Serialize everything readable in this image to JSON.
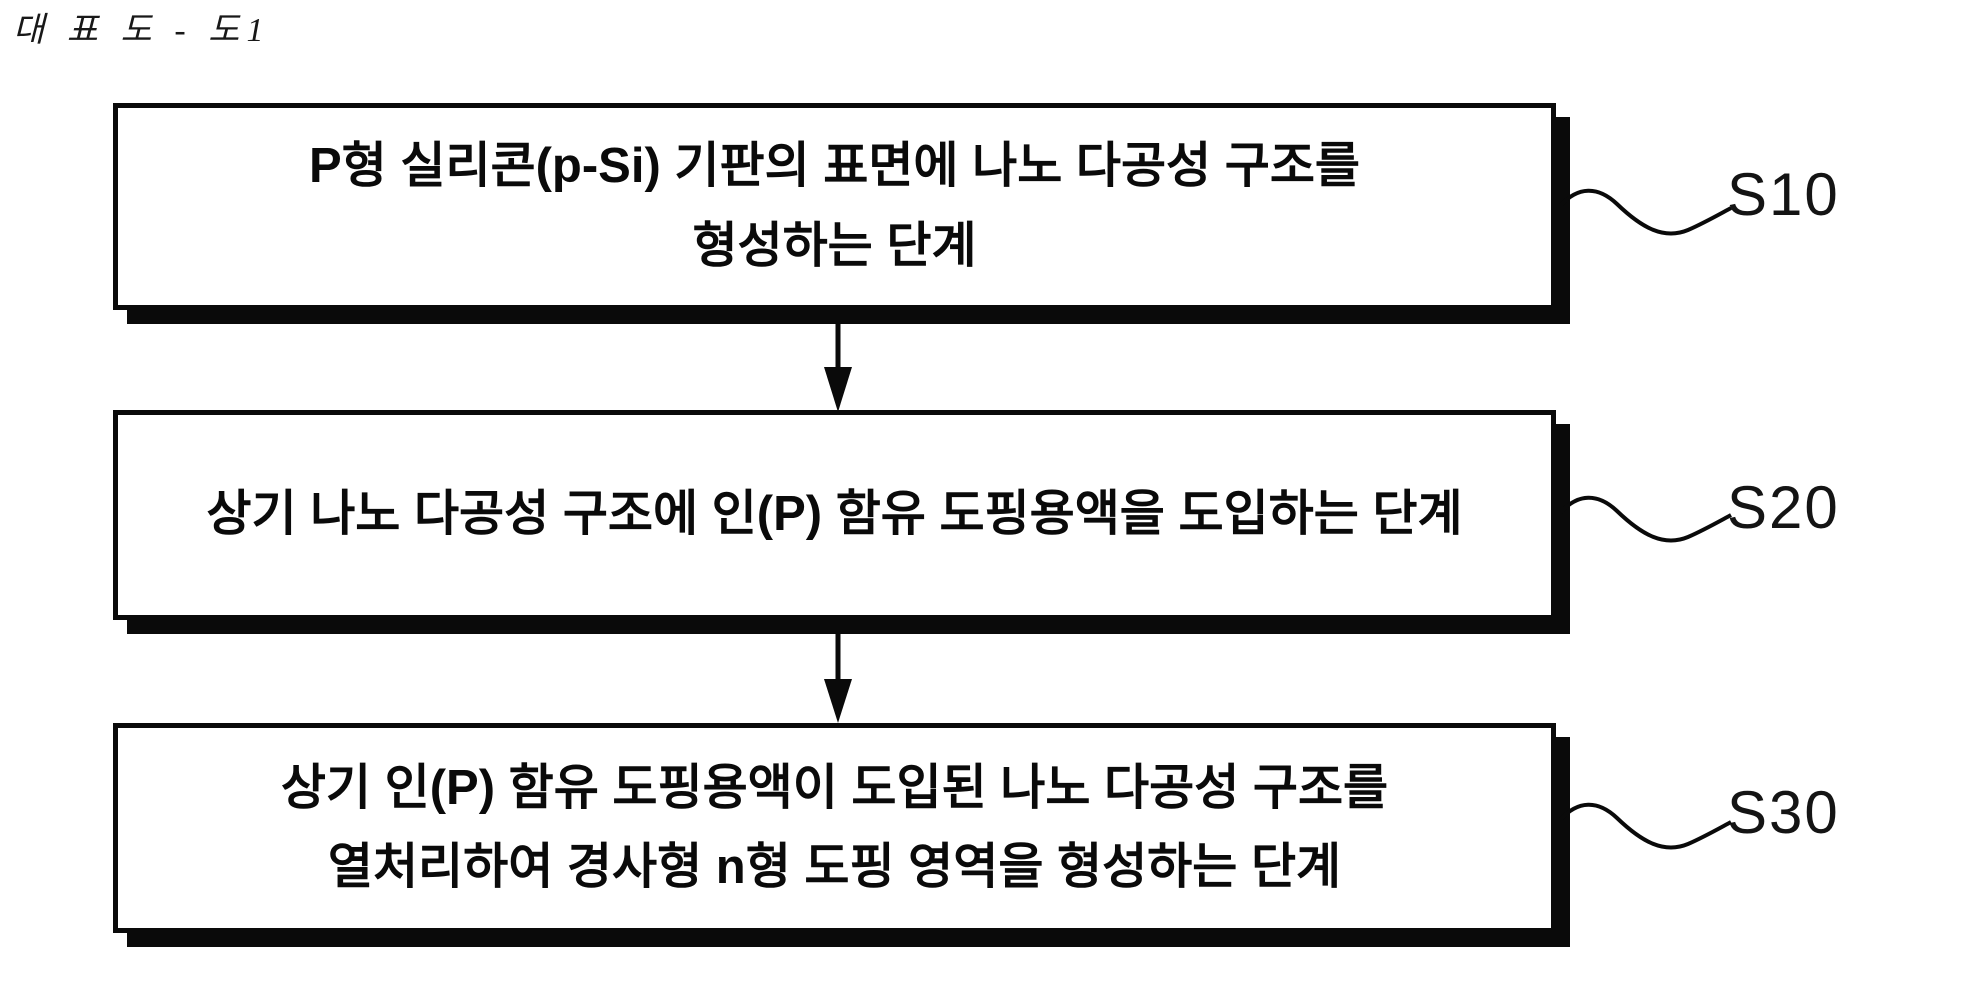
{
  "page_title": "대 표 도 - 도1",
  "colors": {
    "background": "#ffffff",
    "ink": "#0a0a0a"
  },
  "diagram": {
    "type": "flowchart",
    "direction": "top-down",
    "steps": [
      {
        "id": "S10",
        "lines": [
          "P형 실리콘(p-Si) 기판의 표면에 나노 다공성 구조를",
          "형성하는 단계"
        ]
      },
      {
        "id": "S20",
        "lines": [
          "상기 나노 다공성 구조에 인(P) 함유 도핑용액을 도입하는 단계"
        ]
      },
      {
        "id": "S30",
        "lines": [
          "상기 인(P) 함유 도핑용액이 도입된 나노 다공성 구조를",
          "열처리하여 경사형 n형 도핑 영역을 형성하는 단계"
        ]
      }
    ],
    "connectors": [
      {
        "from": "S10",
        "to": "S20"
      },
      {
        "from": "S20",
        "to": "S30"
      }
    ]
  }
}
